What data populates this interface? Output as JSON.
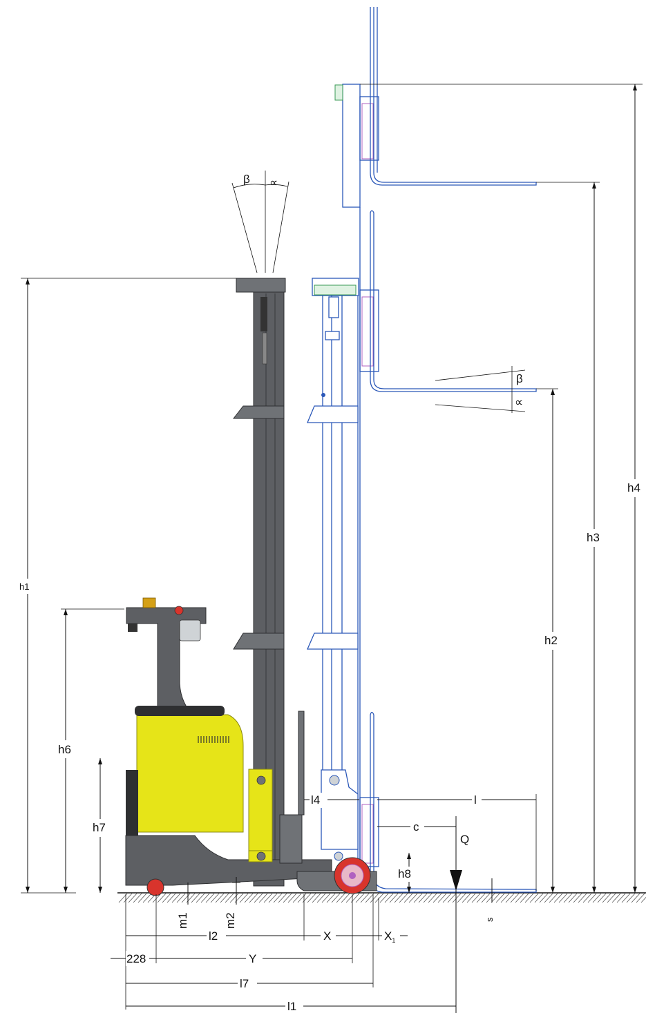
{
  "labels": {
    "beta_top": "β",
    "alpha_top": "∝",
    "beta_fork": "β",
    "alpha_fork": "∝",
    "h1": "h1",
    "h2": "h2",
    "h3": "h3",
    "h4": "h4",
    "h6": "h6",
    "h7": "h7",
    "h8": "h8",
    "l4": "l4",
    "l": "l",
    "c": "c",
    "Q": "Q",
    "m1": "m1",
    "m2": "m2",
    "s": "s",
    "l2": "l2",
    "X": "X",
    "X1": "X",
    "X1_sub": "1",
    "val_228": "228",
    "Y": "Y",
    "l7": "l7",
    "l1": "l1"
  },
  "colors": {
    "truck_body": "#5d5f63",
    "battery_cover": "#e6e418",
    "mast_outline": "#2a57b8",
    "wheel": "#d8342c",
    "ground_hatch": "#555555"
  }
}
